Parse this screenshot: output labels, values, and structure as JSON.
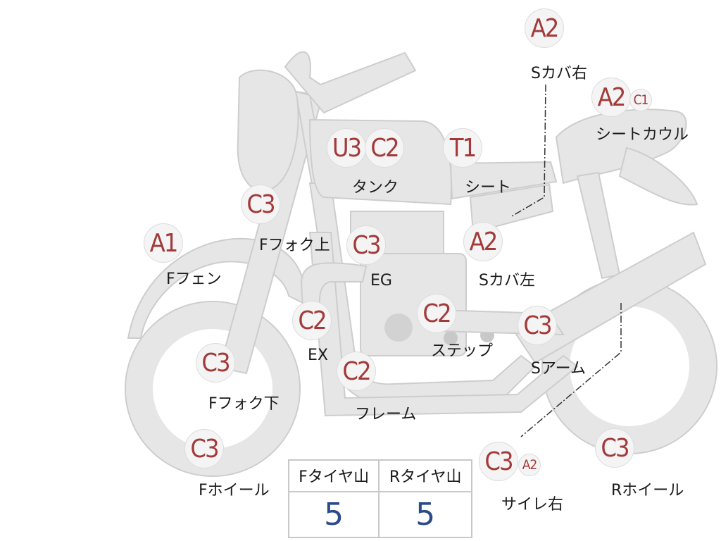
{
  "parts": [
    {
      "id": "s-cover-right",
      "grades": [
        "A2"
      ],
      "label": "Sカバ右"
    },
    {
      "id": "seat-cowl",
      "grades": [
        "A2",
        "C1"
      ],
      "label": "シートカウル"
    },
    {
      "id": "tank",
      "grades": [
        "U3",
        "C2"
      ],
      "label": "タンク"
    },
    {
      "id": "seat",
      "grades": [
        "T1"
      ],
      "label": "シート"
    },
    {
      "id": "f-fork-upper",
      "grades": [
        "C3"
      ],
      "label": "Fフォク上"
    },
    {
      "id": "f-fender",
      "grades": [
        "A1"
      ],
      "label": "Fフェン"
    },
    {
      "id": "engine",
      "grades": [
        "C3"
      ],
      "label": "EG"
    },
    {
      "id": "s-cover-left",
      "grades": [
        "A2"
      ],
      "label": "Sカバ左"
    },
    {
      "id": "exhaust",
      "grades": [
        "C2"
      ],
      "label": "EX"
    },
    {
      "id": "step",
      "grades": [
        "C2"
      ],
      "label": "ステップ"
    },
    {
      "id": "swing-arm",
      "grades": [
        "C3"
      ],
      "label": "Sアーム"
    },
    {
      "id": "f-fork-lower",
      "grades": [
        "C3"
      ],
      "label": "Fフォク下"
    },
    {
      "id": "frame",
      "grades": [
        "C2"
      ],
      "label": "フレーム"
    },
    {
      "id": "f-wheel",
      "grades": [
        "C3"
      ],
      "label": "Fホイール"
    },
    {
      "id": "muffler-right",
      "grades": [
        "C3",
        "A2"
      ],
      "label": "サイレ右"
    },
    {
      "id": "r-wheel",
      "grades": [
        "C3"
      ],
      "label": "Rホイール"
    }
  ],
  "tires": {
    "front": {
      "label": "Fタイヤ山",
      "value": "5"
    },
    "rear": {
      "label": "Rタイヤ山",
      "value": "5"
    }
  },
  "colors": {
    "grade": "#a33a3a",
    "tire_value": "#2a4a8a",
    "body": "#e6e6e6"
  }
}
